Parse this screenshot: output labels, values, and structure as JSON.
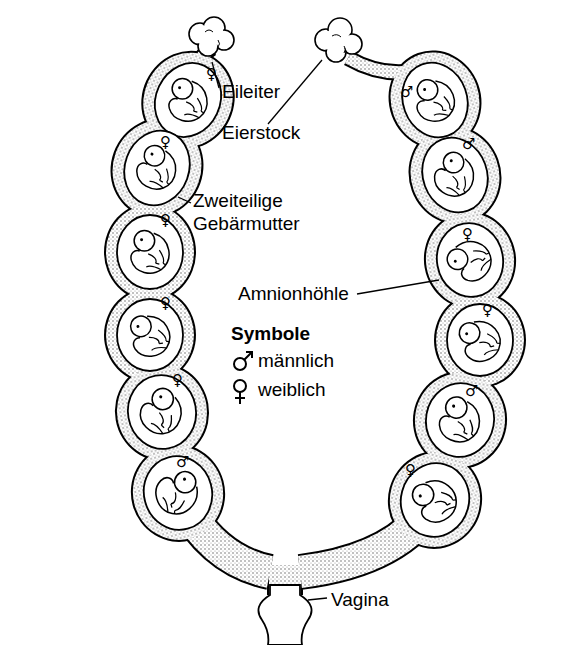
{
  "diagram": {
    "labels": [
      "Eileiter",
      "Eierstock",
      "Zweiteilige Gebärmutter",
      "Amnionhöhle",
      "Symbole",
      "Vagina",
      "♀",
      "♀",
      "♀",
      "♀",
      "♀",
      "♂",
      "♂",
      "♂",
      "♀",
      "♀",
      "♂",
      "♀"
    ],
    "legend": [
      {
        "text": "männlich"
      },
      {
        "text": "weiblich"
      }
    ]
  }
}
